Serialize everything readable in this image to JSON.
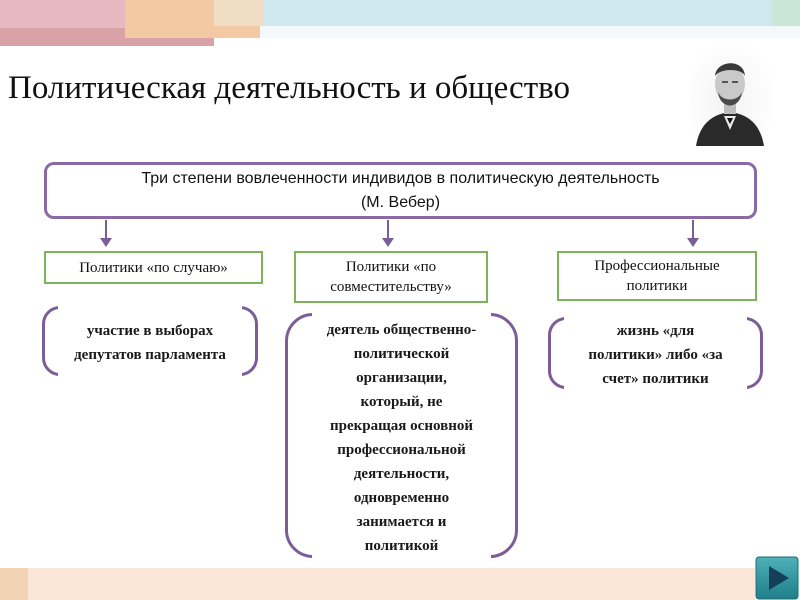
{
  "title": "Политическая деятельность и общество",
  "header_box": {
    "line1": "Три степени вовлеченности индивидов в политическую деятельность",
    "line2": "(М. Вебер)"
  },
  "categories": [
    {
      "label": "Политики «по случаю»",
      "description": "участие в выборах депутатов парламента"
    },
    {
      "label_line1": "Политики «по",
      "label_line2": "совместительству»",
      "desc_lines": [
        "деятель общественно-",
        "политической",
        "организации,",
        "который, не",
        "прекращая основной",
        "профессиональной",
        "деятельности,",
        "одновременно",
        "занимается и",
        "политикой"
      ]
    },
    {
      "label_line1": "Профессиональные",
      "label_line2": "политики",
      "desc_lines": [
        "жизнь «для",
        "политики» либо «за",
        "счет» политики"
      ]
    }
  ],
  "colors": {
    "frame": "#8a6aa4",
    "bracket": "#7b5d98",
    "label_border": "#7db35a",
    "arrow": "#7b5d98"
  },
  "icons": {
    "portrait": "portrait-of-max-weber",
    "nav": "next-slide-arrow-icon"
  }
}
